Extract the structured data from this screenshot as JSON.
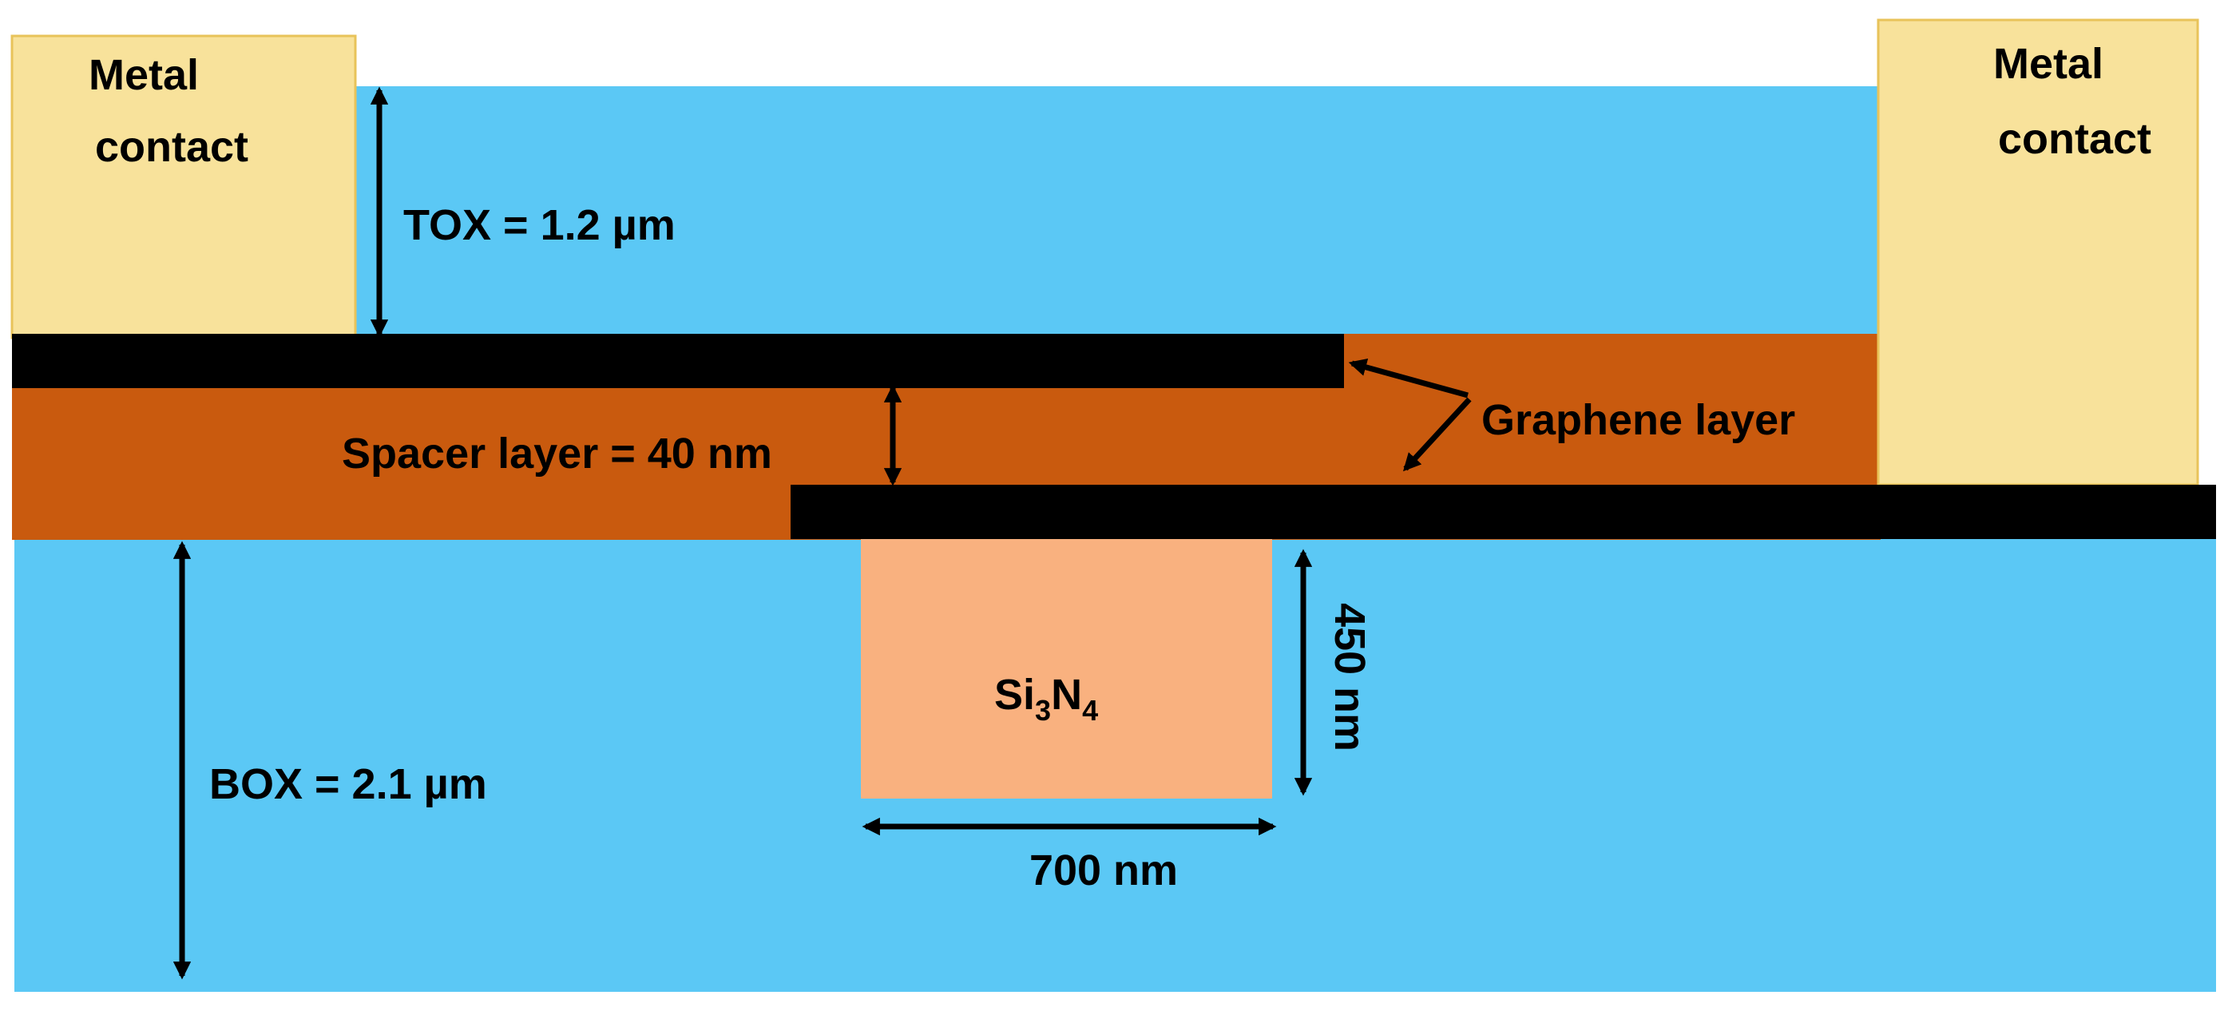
{
  "colors": {
    "oxide": "#5BC8F5",
    "metal": "#F8E29B",
    "metal_border": "#E8C35A",
    "graphene": "#000000",
    "spacer": "#C95A0E",
    "waveguide": "#F9B17F",
    "arrow": "#000000",
    "background": "#FFFFFF"
  },
  "labels": {
    "metal_left_line1": "Metal",
    "metal_left_line2": "contact",
    "metal_right_line1": "Metal",
    "metal_right_line2": "contact",
    "tox": "TOX =  1.2 µm",
    "spacer": "Spacer layer = 40 nm",
    "graphene": "Graphene layer",
    "box": "BOX = 2.1 µm",
    "waveguide_si": "Si",
    "waveguide_sub3": "3",
    "waveguide_n": "N",
    "waveguide_sub4": "4",
    "height": "450 nm",
    "width": "700 nm"
  }
}
